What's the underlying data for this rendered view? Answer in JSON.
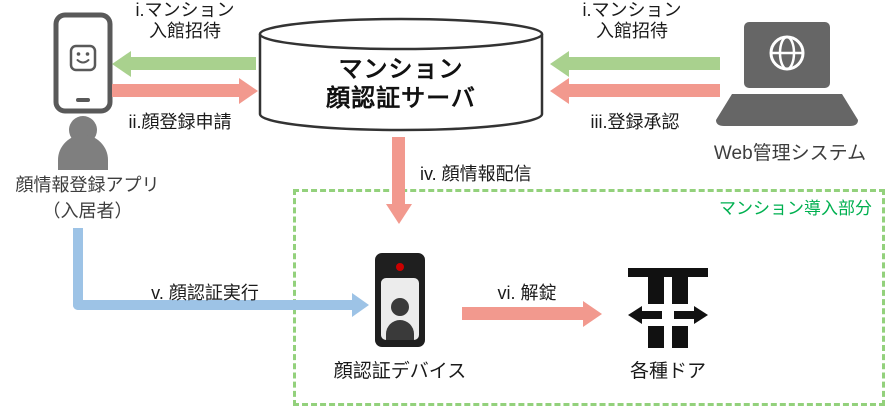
{
  "colors": {
    "green": "#a9d18e",
    "pink": "#f2998e",
    "blue": "#9dc3e6",
    "zone_border": "#93d17c",
    "zone_text": "#00b050"
  },
  "server": {
    "title": "マンション\n顔認証サーバ"
  },
  "app": {
    "label": "顔情報登録アプリ\n（入居者）"
  },
  "web": {
    "label": "Web管理システム"
  },
  "zone": {
    "label": "マンション導入部分"
  },
  "device": {
    "label": "顔認証デバイス"
  },
  "door": {
    "label": "各種ドア"
  },
  "flows": {
    "invite_left": "i.マンション\n入館招待",
    "face_register": "ii.顔登録申請",
    "invite_right": "i.マンション\n入館招待",
    "approve": "iii.登録承認",
    "distribute": "iv. 顔情報配信",
    "authenticate": "v. 顔認証実行",
    "unlock": "vi. 解錠"
  }
}
